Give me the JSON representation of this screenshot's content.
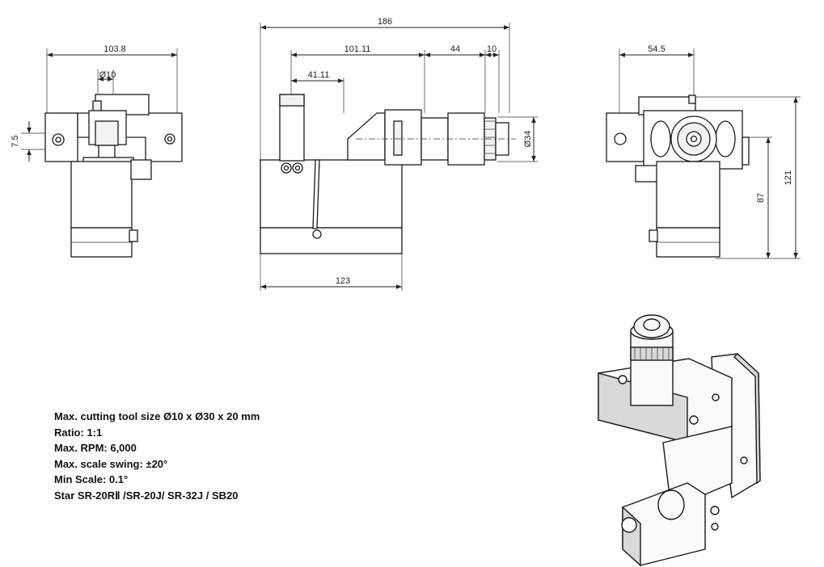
{
  "dimensions": {
    "front_width": "103.8",
    "front_dia": "Ø10",
    "front_offset": "7.5",
    "side_total": "186",
    "side_101": "101.11",
    "side_41": "41.11",
    "side_44": "44",
    "side_10": "10",
    "side_dia34": "Ø34",
    "side_base": "123",
    "rear_width": "54.5",
    "rear_height_total": "121",
    "rear_height_87": "87"
  },
  "specs": [
    "Max. cutting tool size Ø10 x Ø30 x 20 mm",
    "Ratio: 1:1",
    "Max. RPM: 6,000",
    "Max. scale swing: ±20°",
    "Min Scale: 0.1°",
    "Star SR-20RⅡ /SR-20J/ SR-32J / SB20"
  ]
}
